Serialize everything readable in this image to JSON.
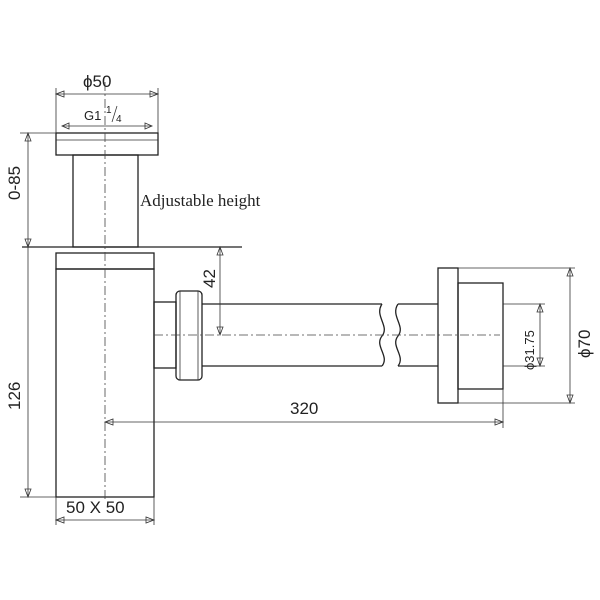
{
  "dimensions": {
    "top_diameter": "ϕ50",
    "thread": "G1",
    "thread_frac_num": "1",
    "thread_frac_den": "4",
    "height_range": "0-85",
    "adjustable_note": "Adjustable height",
    "outlet_offset": "42",
    "body_height": "126",
    "horizontal_length": "320",
    "pipe_diameter": "ϕ31.75",
    "flange_diameter": "ϕ70",
    "base_size": "50 X 50"
  }
}
